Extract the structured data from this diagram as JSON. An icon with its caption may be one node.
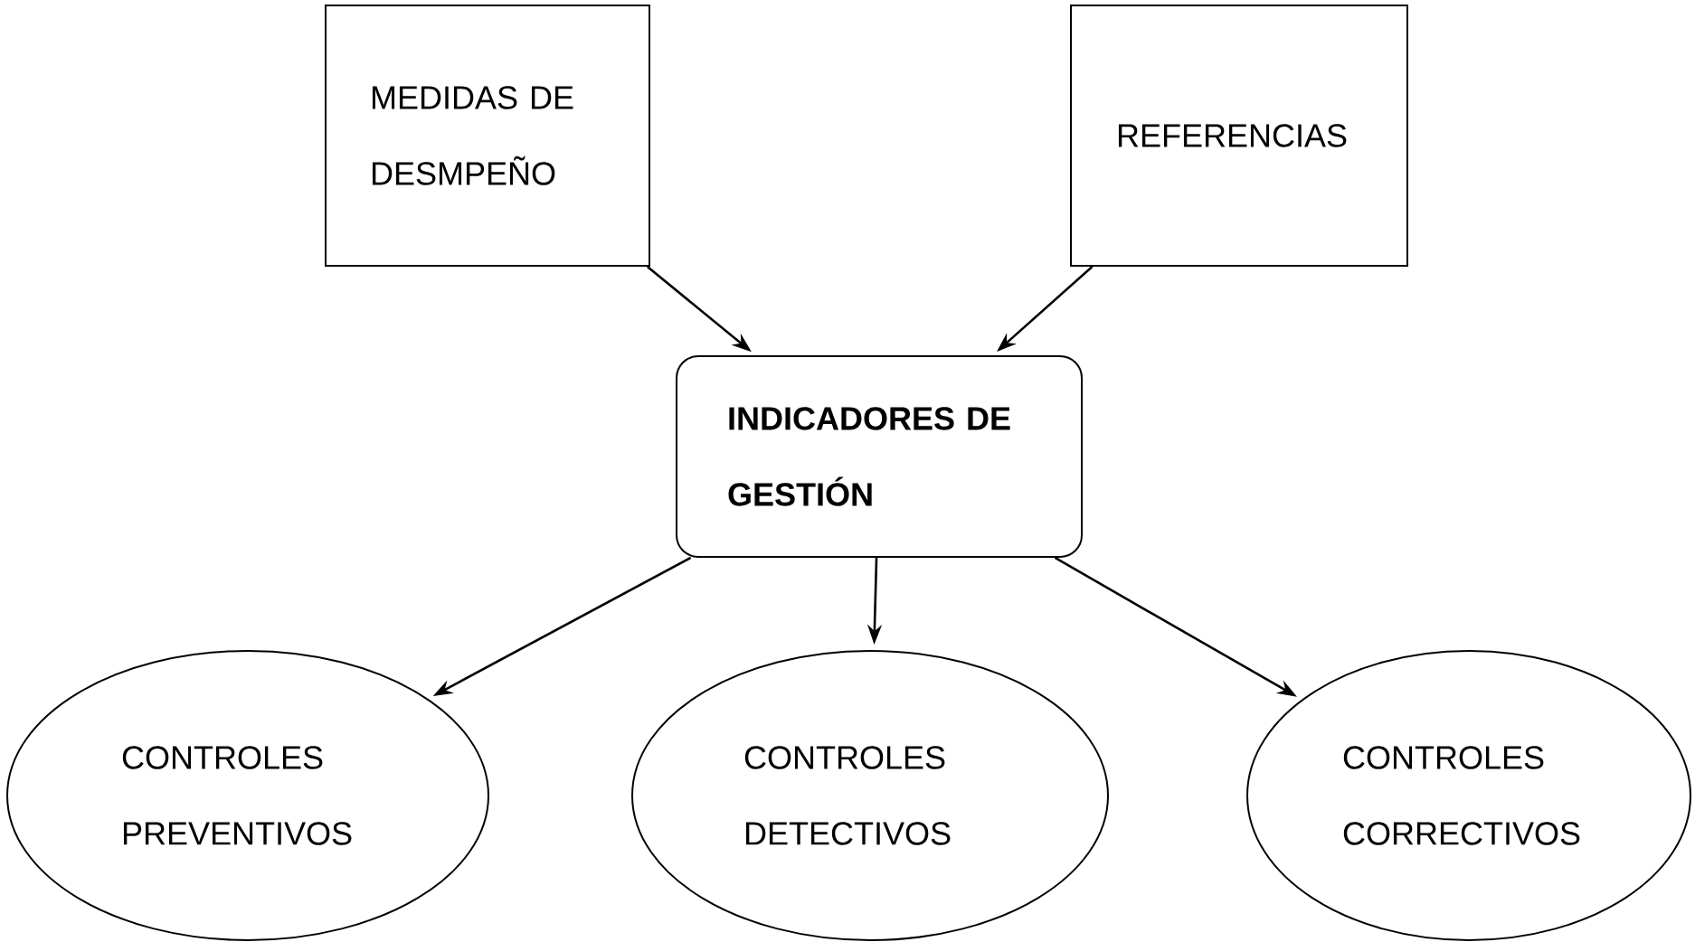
{
  "diagram": {
    "nodes": [
      {
        "text": [
          "MEDIDAS DE DESMPEÑO"
        ]
      },
      {
        "text": [
          "REFERENCIAS"
        ]
      },
      {
        "text": [
          "INDICADORES DE GESTIÓN"
        ]
      },
      {
        "text": [
          "CONTROLES PREVENTIVOS"
        ]
      },
      {
        "text": [
          "CONTROLES DETECTIVOS"
        ]
      },
      {
        "text": [
          "CONTROLES CORRECTIVOS"
        ]
      }
    ],
    "edges": [
      {
        "from": 0,
        "to": 2,
        "arrow": "to"
      },
      {
        "from": 1,
        "to": 2,
        "arrow": "to"
      },
      {
        "from": 2,
        "to": 3,
        "arrow": "to"
      },
      {
        "from": 2,
        "to": 4,
        "arrow": "to"
      },
      {
        "from": 2,
        "to": 5,
        "arrow": "to"
      }
    ]
  }
}
